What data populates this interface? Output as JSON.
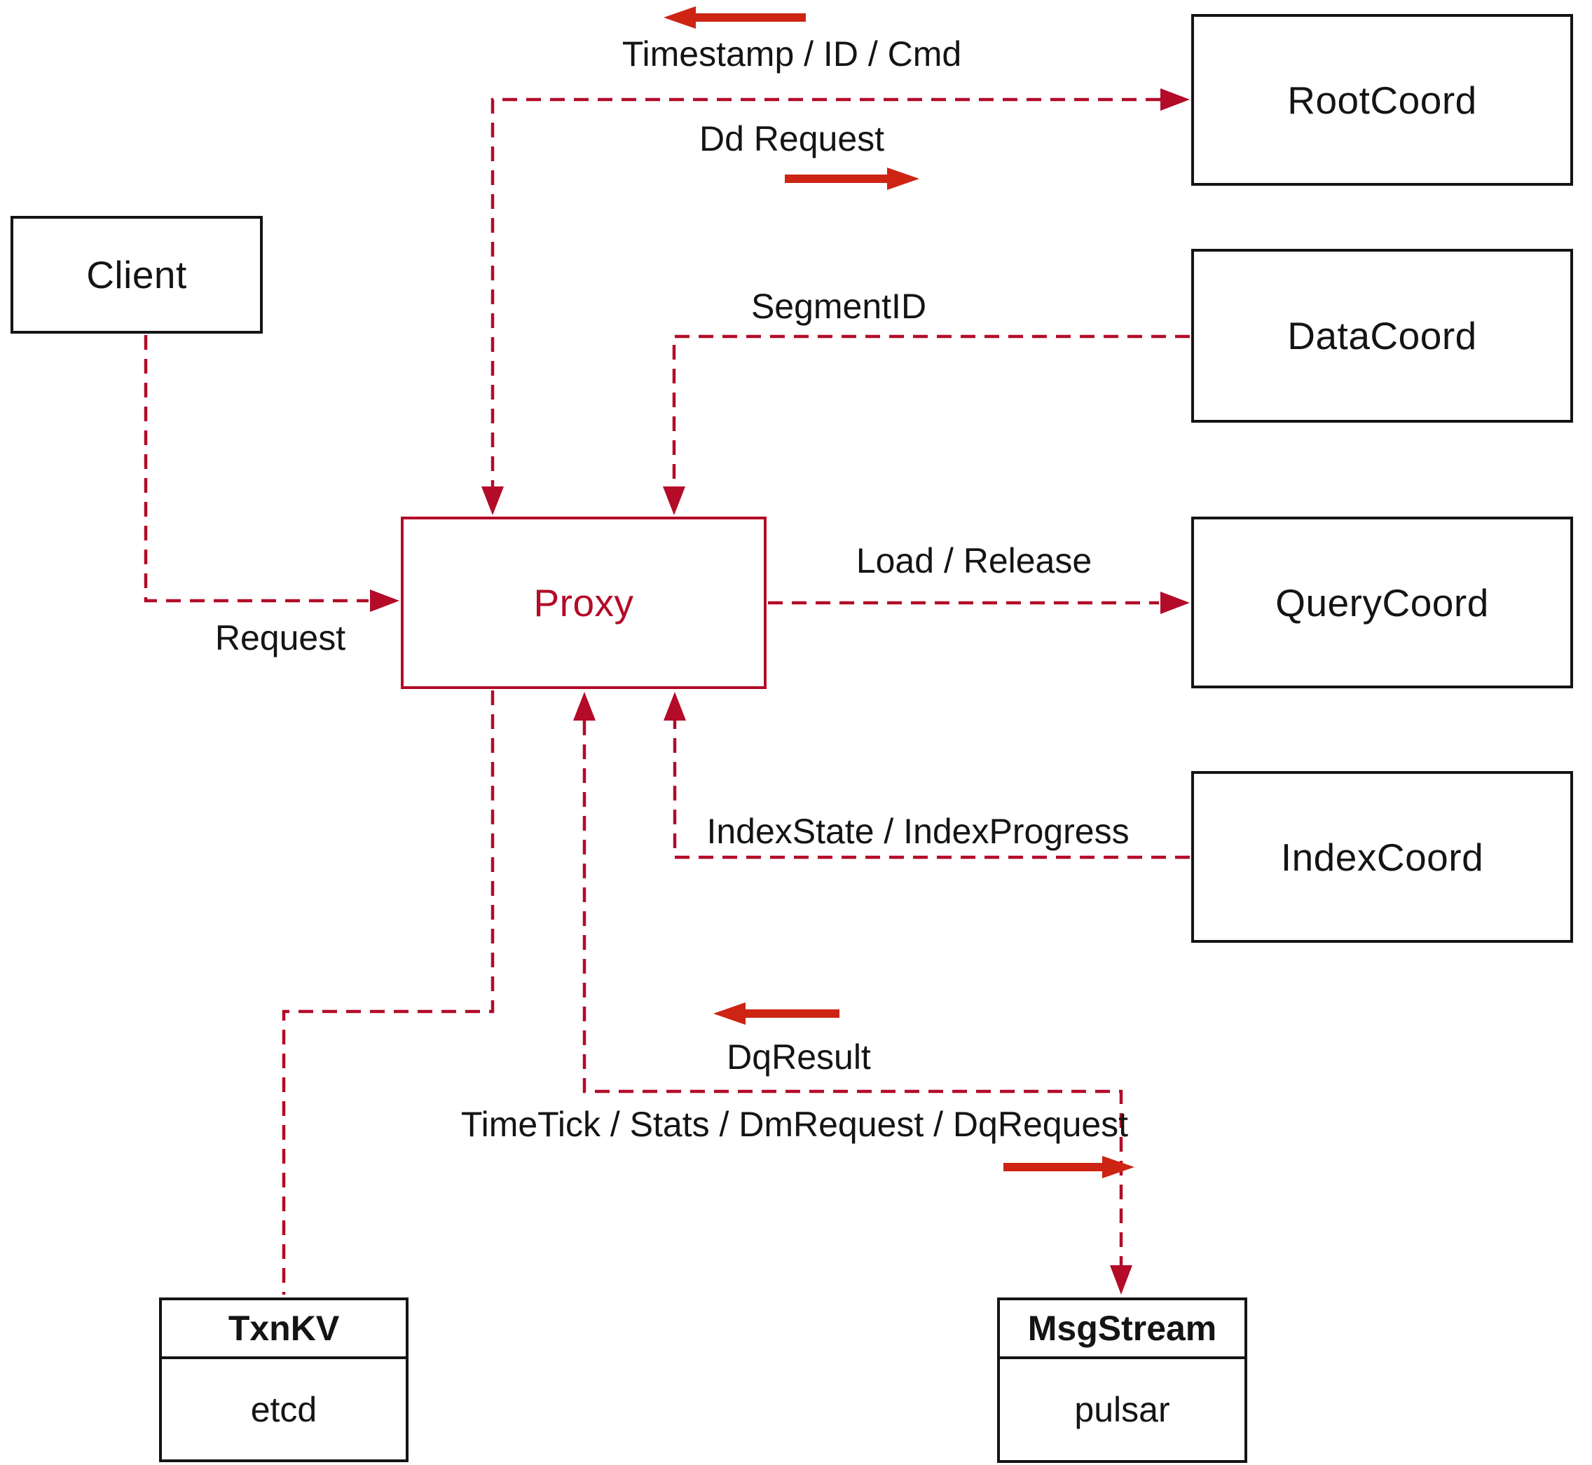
{
  "diagram": {
    "colors": {
      "background": "#ffffff",
      "line": "#b30b28",
      "accent": "#cd2413",
      "border": "#141414",
      "text": "#141414"
    },
    "nodes": {
      "client": {
        "label": "Client"
      },
      "proxy": {
        "label": "Proxy"
      },
      "rootcoord": {
        "label": "RootCoord"
      },
      "datacoord": {
        "label": "DataCoord"
      },
      "querycoord": {
        "label": "QueryCoord"
      },
      "indexcoord": {
        "label": "IndexCoord"
      },
      "txnkv": {
        "title": "TxnKV",
        "subtitle": "etcd"
      },
      "msgstream": {
        "title": "MsgStream",
        "subtitle": "pulsar"
      }
    },
    "edges": {
      "request": {
        "label": "Request"
      },
      "timestamp": {
        "label": "Timestamp / ID / Cmd"
      },
      "dd_request": {
        "label": "Dd Request"
      },
      "segment_id": {
        "label": "SegmentID"
      },
      "load_release": {
        "label": "Load / Release"
      },
      "index_state": {
        "label": "IndexState / IndexProgress"
      },
      "dq_result": {
        "label": "DqResult"
      },
      "timetick": {
        "label": "TimeTick / Stats / DmRequest / DqRequest"
      }
    }
  }
}
